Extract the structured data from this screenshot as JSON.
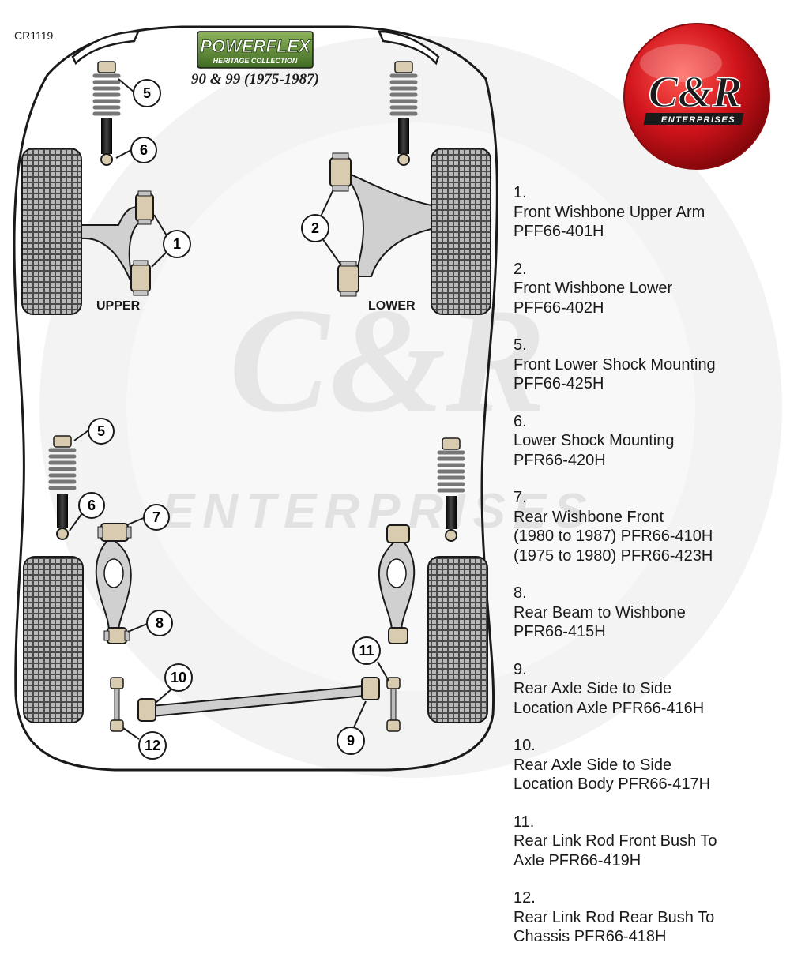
{
  "code": "CR1119",
  "brand": {
    "name": "POWERFLEX",
    "subtitle": "HERITAGE COLLECTION",
    "model": "90 & 99 (1975-1987)"
  },
  "partner_logo": {
    "text": "C&R",
    "tagline": "ENTERPRISES"
  },
  "watermark": {
    "text": "ENTERPRISES"
  },
  "labels": {
    "upper": "UPPER",
    "lower": "LOWER"
  },
  "callouts": [
    "1",
    "2",
    "5",
    "6",
    "5",
    "6",
    "7",
    "8",
    "9",
    "10",
    "11",
    "12"
  ],
  "parts": [
    {
      "num": "1.",
      "lines": [
        "Front Wishbone Upper Arm",
        "PFF66-401H"
      ]
    },
    {
      "num": "2.",
      "lines": [
        "Front Wishbone Lower",
        "PFF66-402H"
      ]
    },
    {
      "num": "5.",
      "lines": [
        "Front Lower Shock Mounting",
        "PFF66-425H"
      ]
    },
    {
      "num": "6.",
      "lines": [
        "Lower Shock Mounting",
        "PFR66-420H"
      ]
    },
    {
      "num": "7.",
      "lines": [
        "Rear Wishbone Front",
        "(1980 to 1987) PFR66-410H",
        "(1975 to 1980) PFR66-423H"
      ]
    },
    {
      "num": "8.",
      "lines": [
        "Rear Beam to Wishbone",
        "PFR66-415H"
      ]
    },
    {
      "num": "9.",
      "lines": [
        "Rear Axle Side to Side",
        "Location Axle PFR66-416H"
      ]
    },
    {
      "num": "10.",
      "lines": [
        "Rear Axle Side to Side",
        "Location Body PFR66-417H"
      ]
    },
    {
      "num": "11.",
      "lines": [
        "Rear Link Rod Front Bush To",
        "Axle PFR66-419H"
      ]
    },
    {
      "num": "12.",
      "lines": [
        "Rear Link Rod Rear Bush To",
        "Chassis PFR66-418H"
      ]
    }
  ],
  "colors": {
    "outline": "#1a1a1a",
    "bush": "#d8cbb0",
    "metal": "#c4c4c4",
    "tyre": "#5c5c5c",
    "brand_green": "#4e7a2c",
    "logo_red": "#d0131b",
    "watermark": "#ececec"
  }
}
